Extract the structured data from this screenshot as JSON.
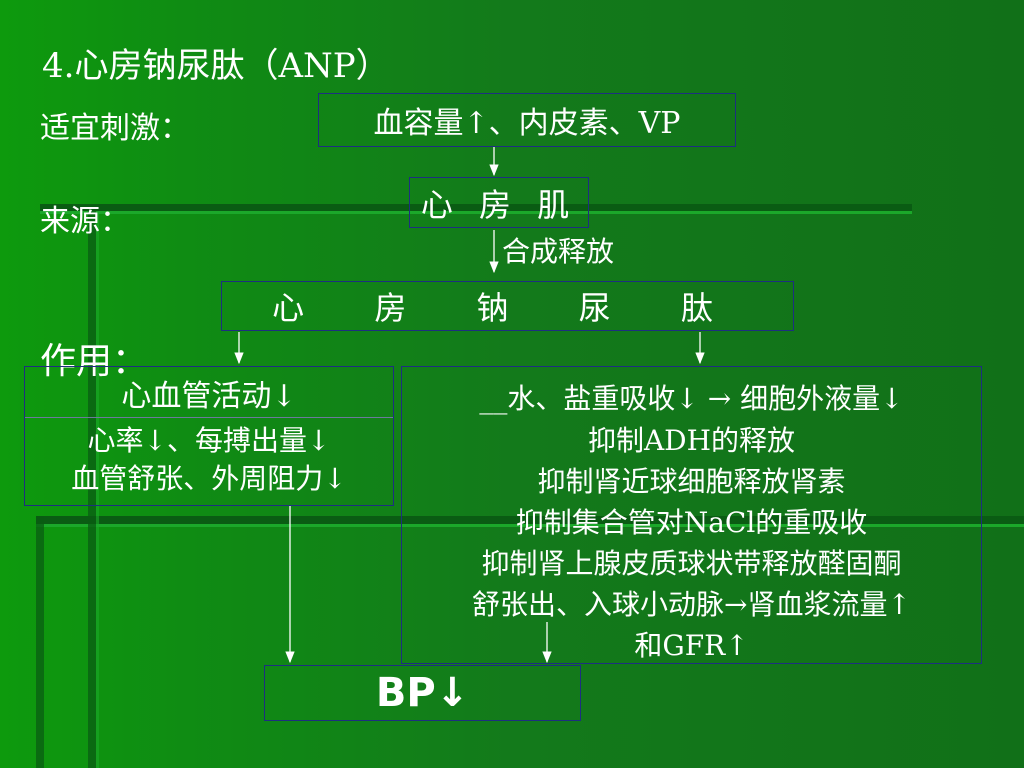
{
  "slide": {
    "title": "4.心房钠尿肽（ANP）",
    "labels": {
      "stimulus": "适宜刺激：",
      "source": "来源：",
      "effect": "作用："
    },
    "stimulus_box": "血容量↑、内皮素、VP",
    "source_box": "心 房 肌",
    "synthesis_note": "合成释放",
    "anp_box": "心 房 钠 尿 肽",
    "cardiovascular": {
      "heading": "心血管活动↓",
      "lines": [
        "心率↓、每搏出量↓",
        "血管舒张、外周阻力↓"
      ]
    },
    "renal": {
      "lines": [
        "__水、盐重吸收↓ → 细胞外液量↓",
        "抑制ADH的释放",
        "抑制肾近球细胞释放肾素",
        "抑制集合管对NaCl的重吸收",
        "抑制肾上腺皮质球状带释放醛固酮",
        "舒张出、入球小动脉→肾血浆流量↑",
        "和GFR↑"
      ]
    },
    "result_box": "BP↓"
  },
  "colors": {
    "background": "#11831a",
    "box_border": "#1d2f80",
    "text": "#ffffff"
  }
}
